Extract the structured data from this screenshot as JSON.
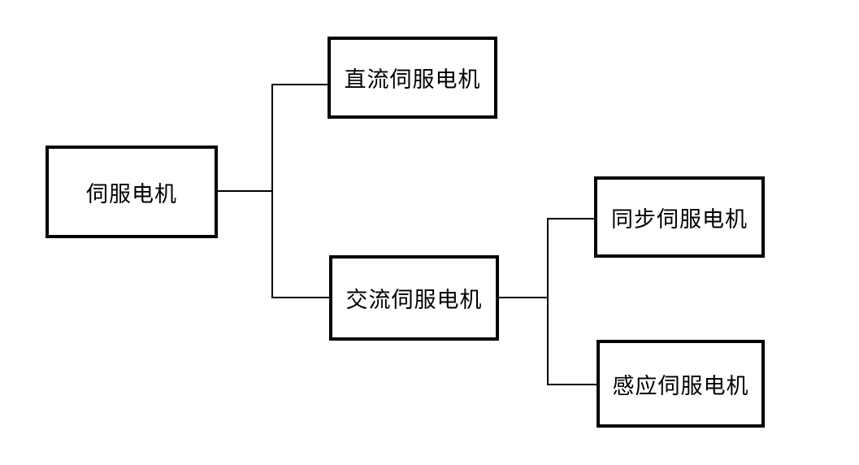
{
  "diagram": {
    "type": "tree",
    "colors": {
      "background": "#ffffff",
      "box_border": "#000000",
      "connector": "#000000",
      "text": "#000000"
    },
    "nodes": {
      "root": {
        "label": "伺服电机"
      },
      "dc": {
        "label": "直流伺服电机"
      },
      "ac": {
        "label": "交流伺服电机"
      },
      "sync": {
        "label": "同步伺服电机"
      },
      "induction": {
        "label": "感应伺服电机"
      }
    },
    "edges": [
      {
        "from": "伺服电机",
        "to": "直流伺服电机"
      },
      {
        "from": "伺服电机",
        "to": "交流伺服电机"
      },
      {
        "from": "交流伺服电机",
        "to": "同步伺服电机"
      },
      {
        "from": "交流伺服电机",
        "to": "感应伺服电机"
      }
    ]
  }
}
